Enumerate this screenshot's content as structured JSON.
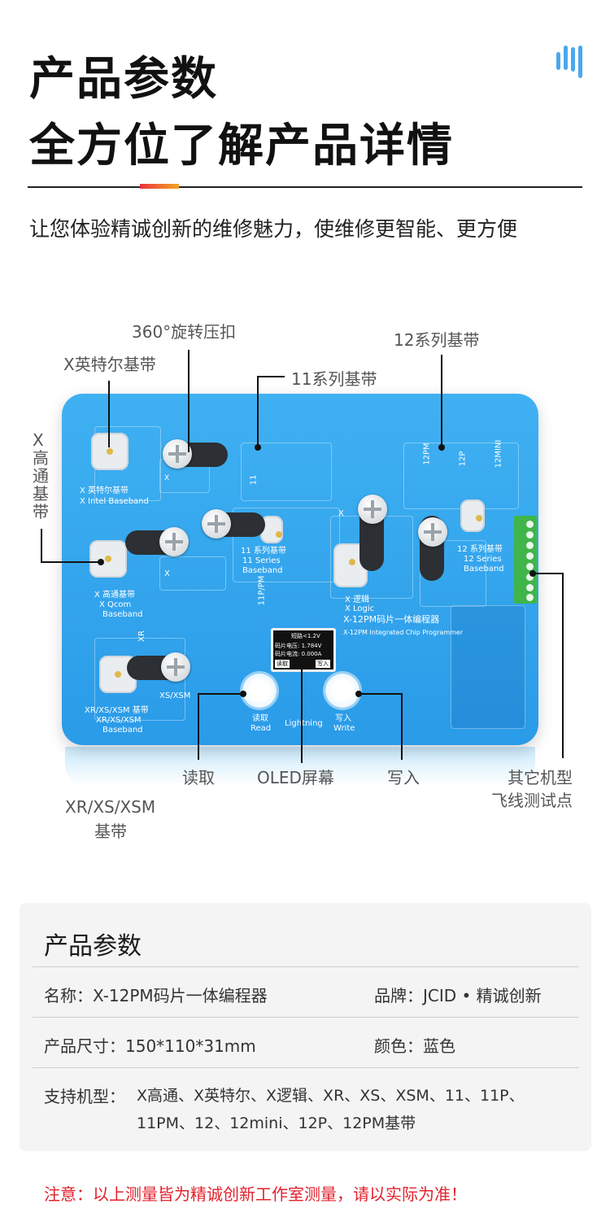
{
  "header": {
    "title_line1": "产品参数",
    "title_line2": "全方位了解产品详情",
    "subtitle": "让您体验精诚创新的维修魅力，使维修更智能、更方便",
    "accent_colors": [
      "#e8323c",
      "#f5a623"
    ],
    "corner_icon": "bars-icon"
  },
  "callouts": {
    "rotating_clamp": "360°旋转压扣",
    "intel_baseband": "X英特尔基带",
    "series11_baseband": "11系列基带",
    "series12_baseband": "12系列基带",
    "qcom_baseband": "X\n高\n通\n基\n带",
    "xr_xs_xsm": [
      "XR/XS/XSM",
      "基带"
    ],
    "read": "读取",
    "oled": "OLED屏幕",
    "write": "写入",
    "other_models": [
      "其它机型",
      "飞线测试点"
    ]
  },
  "board": {
    "color": "#2a9be8",
    "labels": {
      "intel": [
        "X 英特尔基带",
        "X  Intel Baseband"
      ],
      "qcom": [
        "X 高通基带",
        "X  Qcom",
        "Baseband"
      ],
      "s11": [
        "11 系列基带",
        "11  Series",
        "Baseband"
      ],
      "s12": [
        "12 系列基带",
        "12  Series",
        "Baseband"
      ],
      "logic": [
        "X 逻辑",
        "X Logic"
      ],
      "xr": [
        "XR/XS/XSM 基带",
        "XR/XS/XSM",
        "Baseband"
      ],
      "read": [
        "读取",
        "Read"
      ],
      "write": [
        "写入",
        "Write"
      ],
      "lightning": "Lightning",
      "product_cn": "X-12PM码片一体编程器",
      "product_en": "X-12PM Integrated Chip Programmer",
      "slot_x": "X",
      "slot_11": "11",
      "slot_11ppm": "11P/PM",
      "slot_xr": "XR",
      "slot_xsxsm": "XS/XSM",
      "slot_12pm": "12PM",
      "slot_12p": "12P",
      "slot_12mini": "12MINI"
    },
    "oled": {
      "line1": "短路<1.2V",
      "line2": "码片电压: 1.784V",
      "line3": "码片电流: 0.000A",
      "left_btn": "读取",
      "right_btn": "写入"
    }
  },
  "specs": {
    "title": "产品参数",
    "name": "名称：X-12PM码片一体编程器",
    "brand": "品牌：JCID • 精诚创新",
    "size": "产品尺寸：150*110*31mm",
    "color": "颜色：蓝色",
    "models_label": "支持机型：",
    "models_line1": "X高通、X英特尔、X逻辑、XR、XS、XSM、11、11P、",
    "models_line2": "11PM、12、12mini、12P、12PM基带"
  },
  "notice": "注意：以上测量皆为精诚创新工作室测量，请以实际为准！",
  "notice_color": "#e3212d"
}
